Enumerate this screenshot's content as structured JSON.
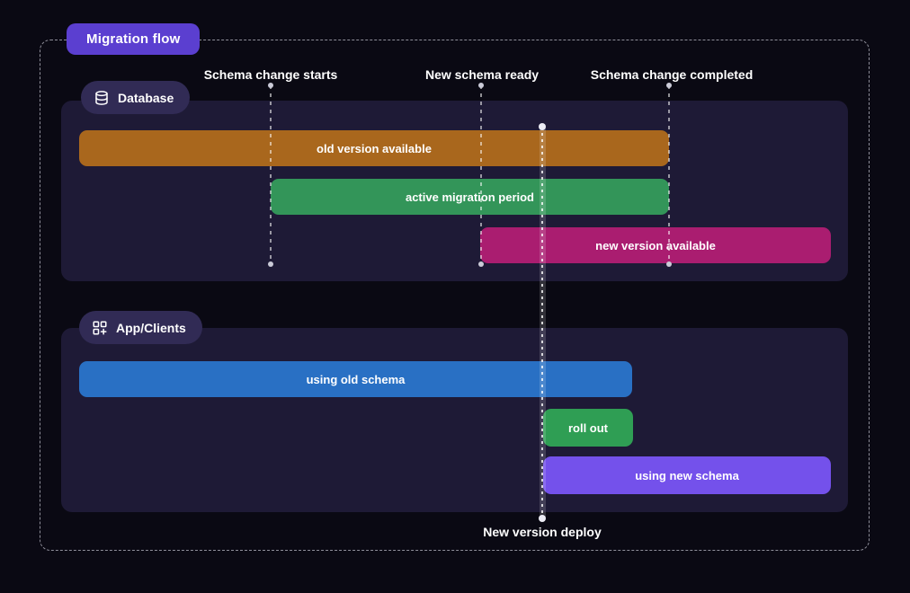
{
  "title": "Migration flow",
  "colors": {
    "background": "#0a0913",
    "panel": "#1e1a36",
    "section_badge": "#312b55",
    "title_badge": "#5b3fd0",
    "frame_dash": "#8f8f9a"
  },
  "events": [
    {
      "label": "Schema change starts"
    },
    {
      "label": "New schema ready"
    },
    {
      "label": "Schema change completed"
    }
  ],
  "deploy": {
    "label": "New version deploy"
  },
  "sections": {
    "database": {
      "label": "Database",
      "icon": "database-icon",
      "bars": {
        "old": {
          "label": "old version available",
          "color": "#a9671d"
        },
        "active": {
          "label": "active migration period",
          "color": "#339559"
        },
        "new": {
          "label": "new version available",
          "color": "#aa1d70"
        }
      }
    },
    "app": {
      "label": "App/Clients",
      "icon": "grid-plus-icon",
      "bars": {
        "using_old": {
          "label": "using old schema",
          "color": "#2970c4"
        },
        "roll_out": {
          "label": "roll out",
          "color": "#2f9e54"
        },
        "using_new": {
          "label": "using new schema",
          "color": "#7451eb"
        }
      }
    }
  }
}
